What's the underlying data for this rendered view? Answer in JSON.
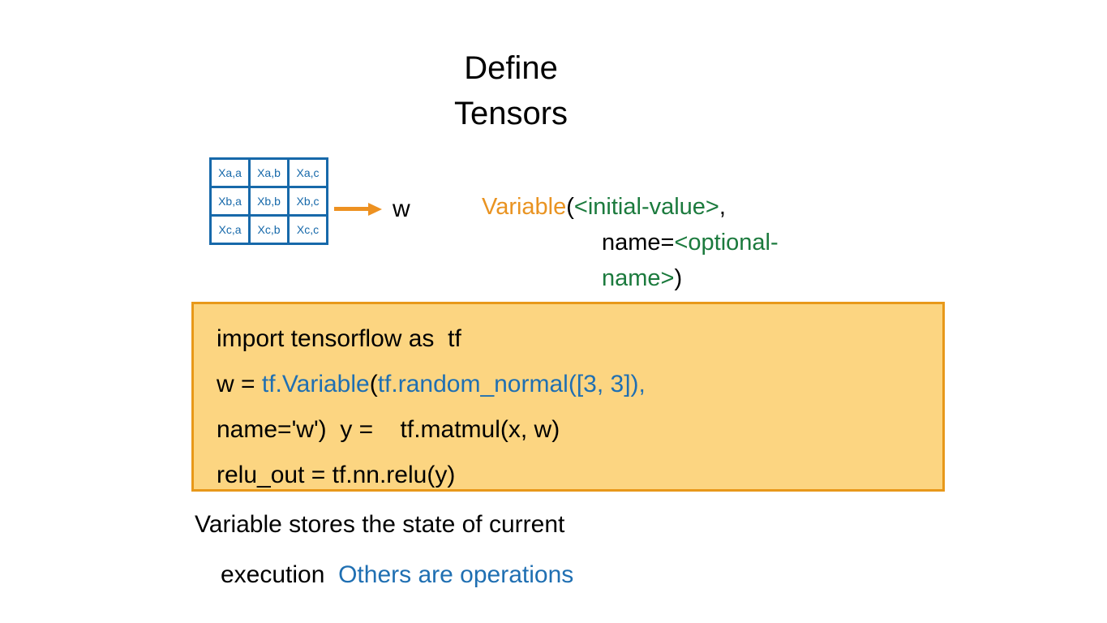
{
  "slide": {
    "title_line_1": "Define",
    "title_line_2": "Tensors"
  },
  "matrix": {
    "rows": [
      [
        "Xa,a",
        "Xa,b",
        "Xa,c"
      ],
      [
        "Xb,a",
        "Xb,b",
        "Xb,c"
      ],
      [
        "Xc,a",
        "Xc,b",
        "Xc,c"
      ]
    ],
    "border_color": "#1769AA",
    "text_color": "#1769AA"
  },
  "arrow": {
    "name": "right-arrow",
    "color": "#ED9121"
  },
  "output_label": "w",
  "variable_signature": {
    "fn_name": "Variable",
    "open_paren": "(",
    "initial_value": "<initial-value>",
    "comma": ",",
    "name_kw": "name=",
    "optional_name_part1": "<optional-",
    "optional_name_part2": "name>",
    "close_paren": ")",
    "fn_color": "#E99321",
    "arg_color": "#1B7A3D"
  },
  "code_block": {
    "background": "#FCD581",
    "border_color": "#E8981A",
    "line1": "import tensorflow as  tf",
    "line2_a": "w = ",
    "line2_b": "tf.Variable",
    "line2_c": "(",
    "line2_d": "tf.random_normal([3, 3]),",
    "line3": "name='w')  y =    tf.matmul(x, w)",
    "line4": "relu_out = tf.nn.relu(y)",
    "keyword_color": "#1F6FB2"
  },
  "footer": {
    "line1": "Variable stores the state of current",
    "line2_black": "execution  ",
    "line2_blue": "Others are operations",
    "blue": "#1F6FB2"
  }
}
